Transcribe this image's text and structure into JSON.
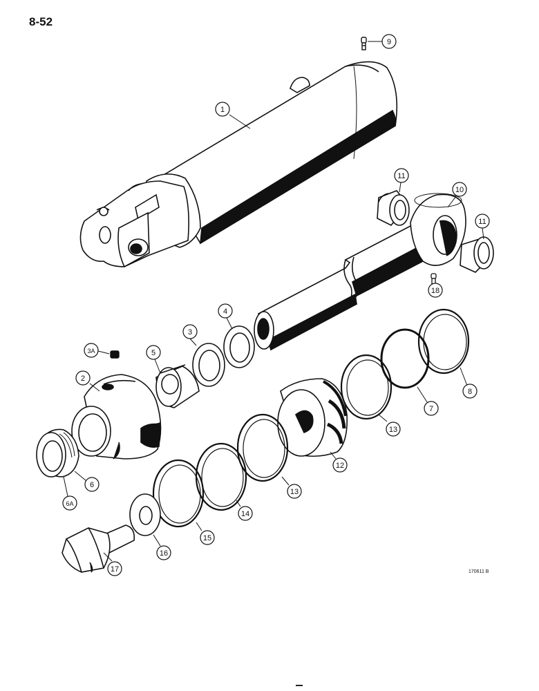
{
  "page": {
    "number": "8-52",
    "figure_code": "170611 B"
  },
  "callouts": [
    {
      "id": "c1",
      "label": "1"
    },
    {
      "id": "c2",
      "label": "2"
    },
    {
      "id": "c3",
      "label": "3"
    },
    {
      "id": "c3a",
      "label": "3A"
    },
    {
      "id": "c4",
      "label": "4"
    },
    {
      "id": "c5",
      "label": "5"
    },
    {
      "id": "c6",
      "label": "6"
    },
    {
      "id": "c6a",
      "label": "6A"
    },
    {
      "id": "c7",
      "label": "7"
    },
    {
      "id": "c8",
      "label": "8"
    },
    {
      "id": "c9",
      "label": "9"
    },
    {
      "id": "c10",
      "label": "10"
    },
    {
      "id": "c11a",
      "label": "11"
    },
    {
      "id": "c11b",
      "label": "11"
    },
    {
      "id": "c12",
      "label": "12"
    },
    {
      "id": "c13a",
      "label": "13"
    },
    {
      "id": "c13b",
      "label": "13"
    },
    {
      "id": "c14",
      "label": "14"
    },
    {
      "id": "c15",
      "label": "15"
    },
    {
      "id": "c16",
      "label": "16"
    },
    {
      "id": "c17",
      "label": "17"
    },
    {
      "id": "c18",
      "label": "18"
    }
  ]
}
